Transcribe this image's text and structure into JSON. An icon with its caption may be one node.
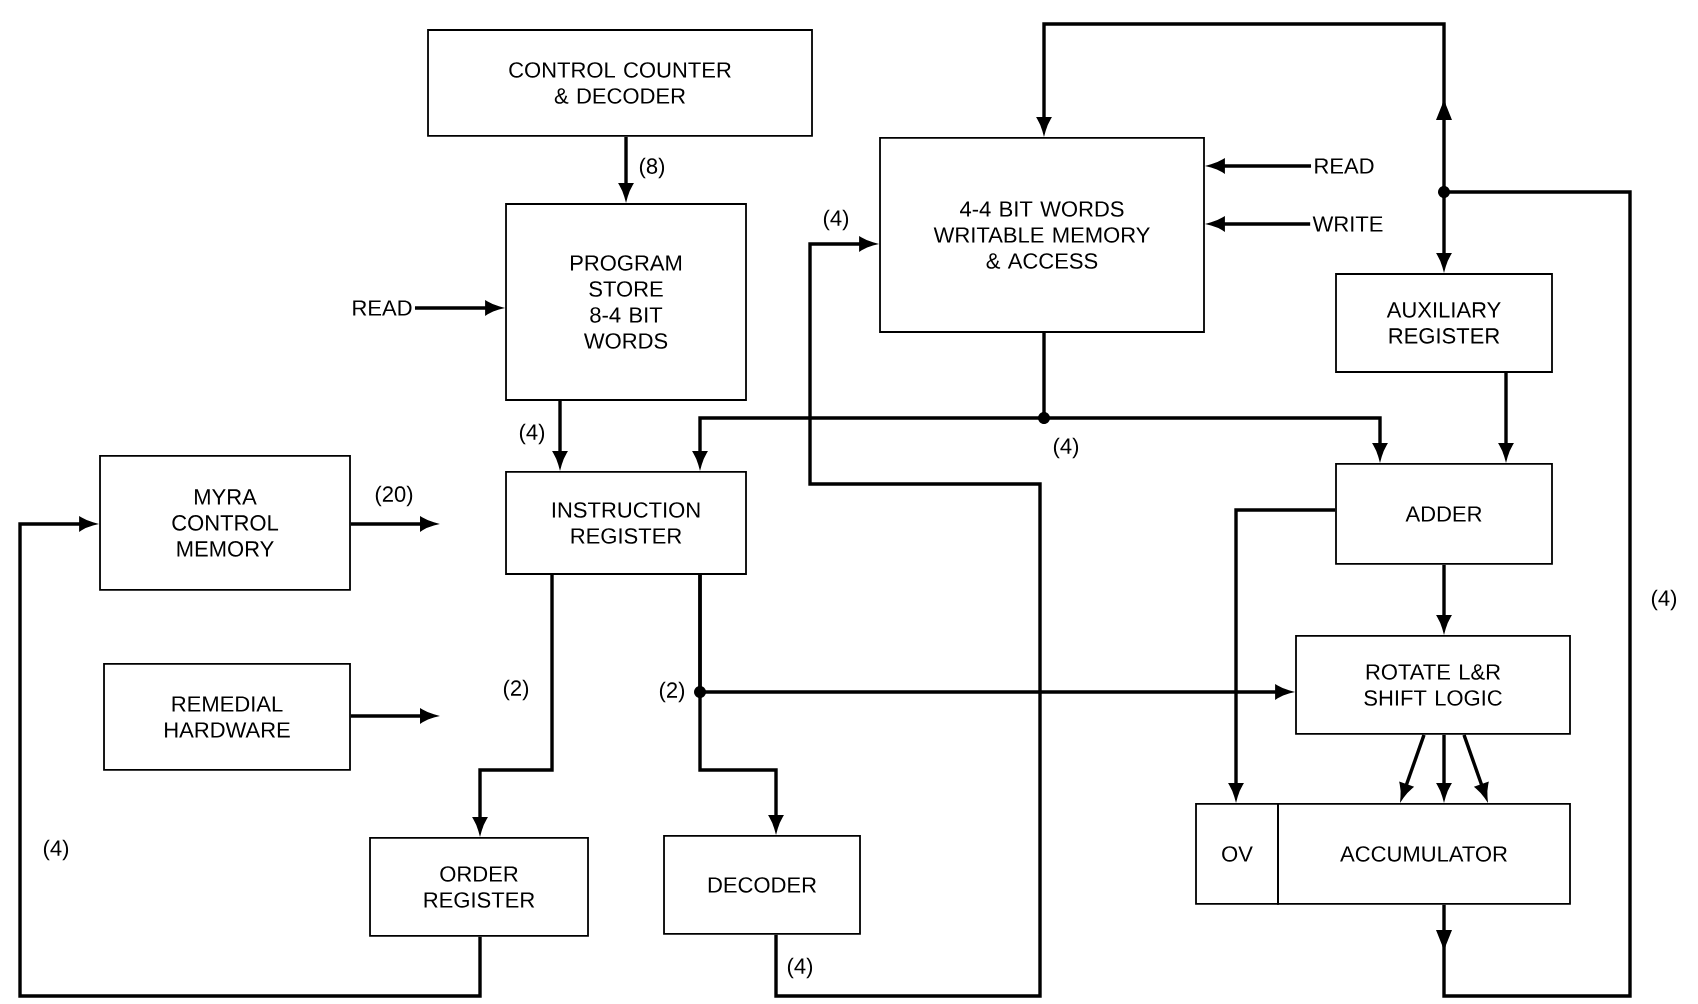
{
  "diagram": {
    "nodes": [
      {
        "text": [
          "CONTROL COUNTER & DECODER"
        ]
      },
      {
        "text": [
          "PROGRAM STORE 8-4 BIT WORDS"
        ]
      },
      {
        "text": [
          "4-4 BIT WORDS WRITABLE MEMORY & ACCESS"
        ]
      },
      {
        "text": [
          "AUXILIARY REGISTER"
        ]
      },
      {
        "text": [
          "MYRA CONTROL MEMORY"
        ]
      },
      {
        "text": [
          "INSTRUCTION REGISTER"
        ]
      },
      {
        "text": [
          "ADDER"
        ]
      },
      {
        "text": [
          "REMEDIAL HARDWARE"
        ]
      },
      {
        "text": [
          "ROTATE L&R SHIFT LOGIC"
        ]
      },
      {
        "text": [
          "OV"
        ]
      },
      {
        "text": [
          "ACCUMULATOR"
        ]
      },
      {
        "text": [
          "ORDER REGISTER"
        ]
      },
      {
        "text": [
          "DECODER"
        ]
      },
      {
        "text": [
          "READ"
        ]
      },
      {
        "text": [
          "READ"
        ]
      },
      {
        "text": [
          "WRITE"
        ]
      }
    ],
    "edges": [
      {
        "from": 0,
        "to": 1,
        "arrow": "to",
        "label": "(8)"
      },
      {
        "from": 13,
        "to": 1,
        "arrow": "to"
      },
      {
        "from": 14,
        "to": 2,
        "arrow": "to"
      },
      {
        "from": 15,
        "to": 2,
        "arrow": "to"
      },
      {
        "from": 1,
        "to": 5,
        "arrow": "to",
        "label": "(4)"
      },
      {
        "from": 2,
        "to": 5,
        "arrow": "to",
        "label": "(4)"
      },
      {
        "from": 2,
        "to": 6,
        "arrow": "to"
      },
      {
        "from": 3,
        "to": 6,
        "arrow": "to"
      },
      {
        "from": 6,
        "to": 8,
        "arrow": "to"
      },
      {
        "from": 6,
        "to": 9,
        "arrow": "to"
      },
      {
        "from": 8,
        "to": 10,
        "arrow": "to"
      },
      {
        "from": 8,
        "to": 10,
        "arrow": "to"
      },
      {
        "from": 8,
        "to": 10,
        "arrow": "to"
      },
      {
        "from": 5,
        "to": 11,
        "arrow": "to",
        "label": "(2)"
      },
      {
        "from": 5,
        "to": 12,
        "arrow": "to"
      },
      {
        "from": 5,
        "to": 8,
        "arrow": "to",
        "label": "(2)"
      },
      {
        "from": 12,
        "to": 2,
        "arrow": "to",
        "label": "(4)"
      },
      {
        "from": 10,
        "to": 2,
        "arrow": "to",
        "label": "(4)"
      },
      {
        "from": 10,
        "to": 3,
        "arrow": "to"
      },
      {
        "from": 11,
        "to": 4,
        "arrow": "to",
        "label": "(4)"
      },
      {
        "from": 4,
        "to": null,
        "arrow": "to",
        "label": "(20)"
      },
      {
        "from": 7,
        "to": null,
        "arrow": "to"
      }
    ],
    "labels": [
      "(4)"
    ]
  }
}
